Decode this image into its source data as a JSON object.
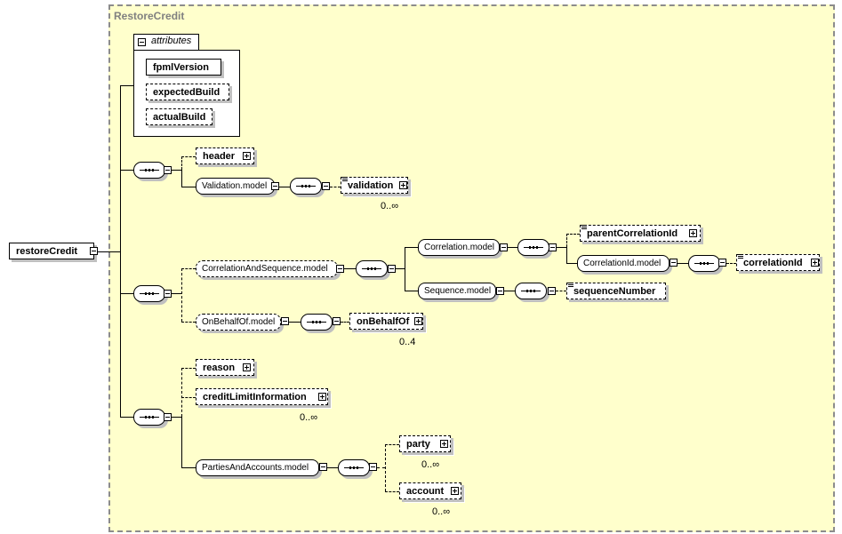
{
  "diagram": {
    "group_title": "RestoreCredit",
    "root": {
      "label": "restoreCredit",
      "toggle": "collapse"
    },
    "attributes": {
      "label": "attributes",
      "items": [
        {
          "label": "fpmlVersion",
          "optional": false
        },
        {
          "label": "expectedBuild",
          "optional": true
        },
        {
          "label": "actualBuild",
          "optional": true
        }
      ]
    },
    "sequence1": {
      "header": {
        "label": "header",
        "optional": true,
        "toggle": "expand"
      },
      "validation_model": {
        "label": "Validation.model"
      },
      "validation": {
        "label": "validation",
        "optional": true,
        "cardinality": "0..∞"
      }
    },
    "sequence2": {
      "correlation_and_sequence_model": {
        "label": "CorrelationAndSequence.model",
        "optional": true
      },
      "correlation_model": {
        "label": "Correlation.model"
      },
      "parent_correlation_id": {
        "label": "parentCorrelationId",
        "optional": true
      },
      "correlation_id_model": {
        "label": "CorrelationId.model"
      },
      "correlation_id": {
        "label": "correlationId",
        "optional": true
      },
      "sequence_model": {
        "label": "Sequence.model"
      },
      "sequence_number": {
        "label": "sequenceNumber",
        "optional": true
      },
      "on_behalf_of_model": {
        "label": "OnBehalfOf.model",
        "optional": true
      },
      "on_behalf_of": {
        "label": "onBehalfOf",
        "optional": true,
        "cardinality": "0..4"
      }
    },
    "sequence3": {
      "reason": {
        "label": "reason",
        "optional": true
      },
      "credit_limit_information": {
        "label": "creditLimitInformation",
        "optional": true,
        "cardinality": "0..∞"
      },
      "parties_and_accounts_model": {
        "label": "PartiesAndAccounts.model"
      },
      "party": {
        "label": "party",
        "optional": true,
        "cardinality": "0..∞"
      },
      "account": {
        "label": "account",
        "optional": true,
        "cardinality": "0..∞"
      }
    }
  }
}
